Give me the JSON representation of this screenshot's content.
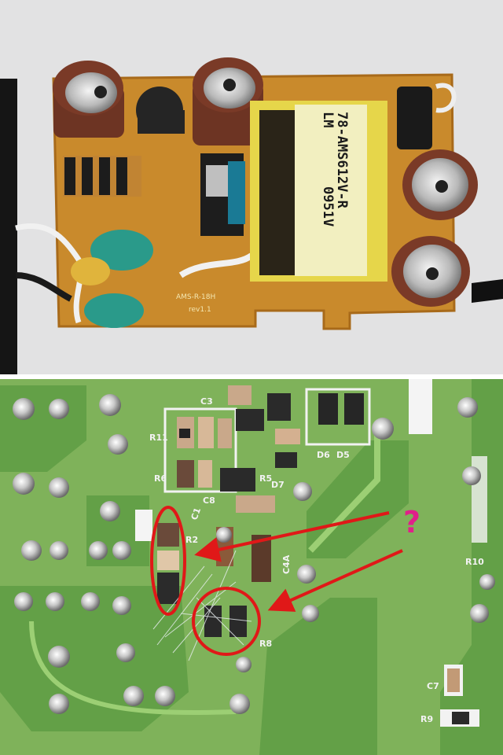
{
  "top_photo": {
    "transformer_label": [
      "78-AMS612V-R",
      "LM",
      "0951V"
    ],
    "board_marking": [
      "AMS-R-18H",
      "rev1.1"
    ]
  },
  "bottom_photo": {
    "annotation": "?",
    "annotation_color": "#e0208a",
    "marker_color": "#e01818",
    "silkscreen": [
      "R11",
      "R6",
      "C8",
      "C1",
      "R2",
      "R8",
      "R10",
      "C7",
      "R9",
      "D6",
      "D5",
      "C4A",
      "R5",
      "D7",
      "C3"
    ]
  }
}
